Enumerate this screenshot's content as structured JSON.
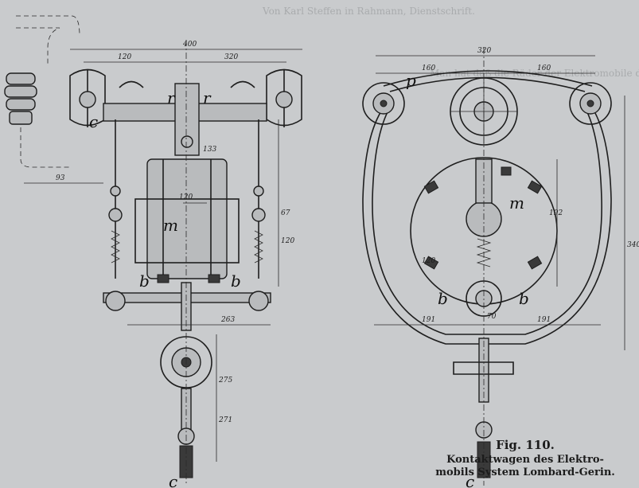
{
  "figure": {
    "number": "Fig. 110.",
    "caption_line1": "Kontaktwagen des Elektro-",
    "caption_line2": "mobils System Lombard-Gerin."
  },
  "dimensions": {
    "left_overall": "400",
    "left_half_a": "120",
    "left_half_b": "320",
    "left_h1": "93",
    "left_h2": "120",
    "left_v1": "133",
    "left_v2": "67",
    "left_v3": "120",
    "left_bottom": "263",
    "left_v4": "275",
    "left_v5": "271",
    "right_overall": "320",
    "right_left": "160",
    "right_right": "160",
    "right_v1": "192",
    "right_v2": "340",
    "right_v3": "120",
    "right_b1": "191",
    "right_b2": "191",
    "right_small": "70"
  },
  "labels": {
    "c_left_top": "c",
    "r_1": "r",
    "r_2": "r",
    "m_left": "m",
    "b_left_1": "b",
    "b_left_2": "b",
    "c_left_bottom": "c",
    "p_right": "p",
    "m_right": "m",
    "b_right_1": "b",
    "b_right_2": "b",
    "c_right_bottom": "c"
  },
  "background_text": {
    "top_header": "Von Karl Steffen in Rahmann, Dienstschrift.",
    "para_line": "Man hat daß die Räder der Elektromobile dem Fahrdraht"
  }
}
